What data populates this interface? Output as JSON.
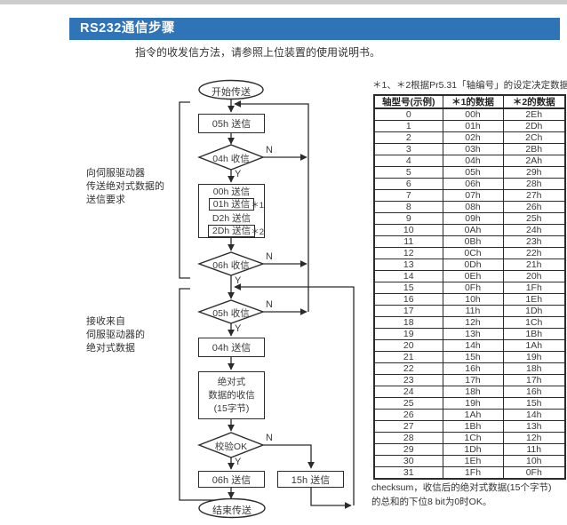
{
  "page": {
    "title": "RS232通信步骤",
    "subtitle": "指令的收发信方法，请参照上位装置的使用说明书。",
    "colors": {
      "header_bg": "#2E74B7",
      "line": "#2b2b2b",
      "top_strip": "#cdcdcd"
    }
  },
  "flowchart": {
    "start_label": "开始传送",
    "end_label": "结束传送",
    "send_05h": "05h 送信",
    "recv_04h": "04h 收信",
    "recv_06h": "06h 收信",
    "recv_05h": "05h 收信",
    "send_04h": "04h 送信",
    "check_ok": "校验OK",
    "send_06h": "06h 送信",
    "send_15h": "15h 送信",
    "abs_recv_line1": "绝对式",
    "abs_recv_line2": "数据的收信",
    "abs_recv_line3": "(15字节)",
    "request_box": {
      "rows": [
        {
          "text": "00h 送信",
          "note": ""
        },
        {
          "text": "01h 送信",
          "note": "＊1"
        },
        {
          "text": "D2h 送信",
          "note": ""
        },
        {
          "text": "2Dh 送信",
          "note": "＊2"
        }
      ]
    },
    "branch_labels": {
      "yes": "Y",
      "no": "N"
    },
    "section1": {
      "line1": "向伺服驱动器",
      "line2": "传送绝对式数据的",
      "line3": "送信要求"
    },
    "section2": {
      "line1": "接收来自",
      "line2": "伺服驱动器的",
      "line3": "绝对式数据"
    }
  },
  "table": {
    "note_above": "＊1、＊2根据Pr5.31「轴编号」的设定决定数据。",
    "headers": [
      "轴型号(示例)",
      "＊1的数据",
      "＊2的数据"
    ],
    "rows": [
      [
        "0",
        "00h",
        "2Eh"
      ],
      [
        "1",
        "01h",
        "2Dh"
      ],
      [
        "2",
        "02h",
        "2Ch"
      ],
      [
        "3",
        "03h",
        "2Bh"
      ],
      [
        "4",
        "04h",
        "2Ah"
      ],
      [
        "5",
        "05h",
        "29h"
      ],
      [
        "6",
        "06h",
        "28h"
      ],
      [
        "7",
        "07h",
        "27h"
      ],
      [
        "8",
        "08h",
        "26h"
      ],
      [
        "9",
        "09h",
        "25h"
      ],
      [
        "10",
        "0Ah",
        "24h"
      ],
      [
        "11",
        "0Bh",
        "23h"
      ],
      [
        "12",
        "0Ch",
        "22h"
      ],
      [
        "13",
        "0Dh",
        "21h"
      ],
      [
        "14",
        "0Eh",
        "20h"
      ],
      [
        "15",
        "0Fh",
        "1Fh"
      ],
      [
        "16",
        "10h",
        "1Eh"
      ],
      [
        "17",
        "11h",
        "1Dh"
      ],
      [
        "18",
        "12h",
        "1Ch"
      ],
      [
        "19",
        "13h",
        "1Bh"
      ],
      [
        "20",
        "14h",
        "1Ah"
      ],
      [
        "21",
        "15h",
        "19h"
      ],
      [
        "22",
        "16h",
        "18h"
      ],
      [
        "23",
        "17h",
        "17h"
      ],
      [
        "24",
        "18h",
        "16h"
      ],
      [
        "25",
        "19h",
        "15h"
      ],
      [
        "26",
        "1Ah",
        "14h"
      ],
      [
        "27",
        "1Bh",
        "13h"
      ],
      [
        "28",
        "1Ch",
        "12h"
      ],
      [
        "29",
        "1Dh",
        "11h"
      ],
      [
        "30",
        "1Eh",
        "10h"
      ],
      [
        "31",
        "1Fh",
        "0Fh"
      ]
    ],
    "note_below_line1": "checksum，收信后的绝对式数据(15个字节)",
    "note_below_line2": "的总和的下位8 bit为0时OK。"
  }
}
